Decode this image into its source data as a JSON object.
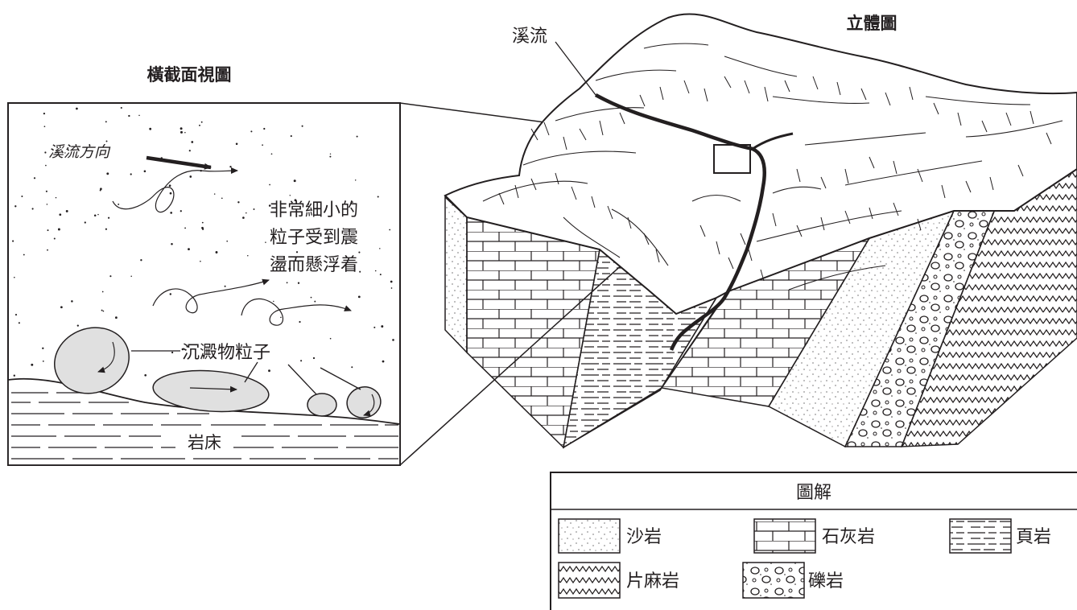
{
  "cross_section": {
    "title": "橫截面視圖",
    "flow_direction": "溪流方向",
    "suspended_text": [
      "非常細小的",
      "粒子受到震",
      "盪而懸浮着"
    ],
    "particles_label": "沉澱物粒子",
    "bedrock_label": "岩床"
  },
  "block_diagram": {
    "title": "立體圖",
    "stream_label": "溪流"
  },
  "legend": {
    "title": "圖解",
    "items": [
      {
        "pattern": "sandstone",
        "label": "沙岩"
      },
      {
        "pattern": "limestone",
        "label": "石灰岩"
      },
      {
        "pattern": "shale",
        "label": "頁岩"
      },
      {
        "pattern": "gneiss",
        "label": "片麻岩"
      },
      {
        "pattern": "conglomerate",
        "label": "礫岩"
      }
    ]
  },
  "colors": {
    "ink": "#231f20",
    "particle_fill": "#e0e0e0"
  }
}
